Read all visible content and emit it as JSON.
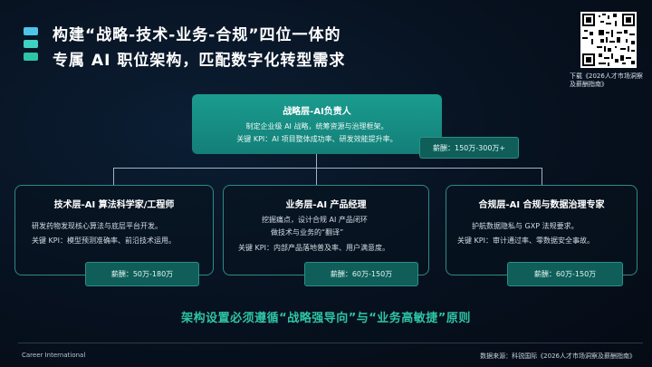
{
  "title": {
    "line1": "构建“战略-技术-业务-合规”四位一体的",
    "line2": "专属 AI 职位架构，匹配数字化转型需求",
    "bar_colors": [
      "#4fc3e8",
      "#3fd2c0",
      "#2ec4a6"
    ]
  },
  "qr": {
    "caption": "下载《2026人才市场洞察及薪酬指南》"
  },
  "top_role": {
    "title": "战略层-AI负责人",
    "line1": "制定企业级 AI 战略，统筹资源与治理框架。",
    "line2": "关键 KPI：AI 项目整体成功率、研发效能提升率。",
    "salary": "薪酬：150万-300万+"
  },
  "roles": [
    {
      "title": "技术层-AI 算法科学家/工程师",
      "line1": "研发药物发现核心算法与底层平台开发。",
      "line2": "关键 KPI：模型预测准确率、前沿技术运用。",
      "line3": "",
      "salary": "薪酬：50万-180万"
    },
    {
      "title": "业务层-AI 产品经理",
      "line1": "挖掘痛点，设计合规 AI 产品闭环",
      "line2": "做技术与业务的“翻译”",
      "line3": "关键 KPI：内部产品落地普及率、用户满意度。",
      "salary": "薪酬：60万-150万"
    },
    {
      "title": "合规层-AI 合规与数据治理专家",
      "line1": "护航数据隐私与 GXP 法规要求。",
      "line2": "关键 KPI：审计通过率、零数据安全事故。",
      "line3": "",
      "salary": "薪酬：60万-150万"
    }
  ],
  "principle": "架构设置必须遵循“战略强导向”与“业务高敏捷”原则",
  "footer": {
    "brand": "Career International",
    "source": "数据来源：科锐国际《2026人才市场洞察及薪酬指南》"
  },
  "colors": {
    "accent": "#2ec4a6",
    "top_card": "#1a9c8e",
    "salary_bg": "#0f5e5a",
    "card_border": "#2f8a86"
  }
}
